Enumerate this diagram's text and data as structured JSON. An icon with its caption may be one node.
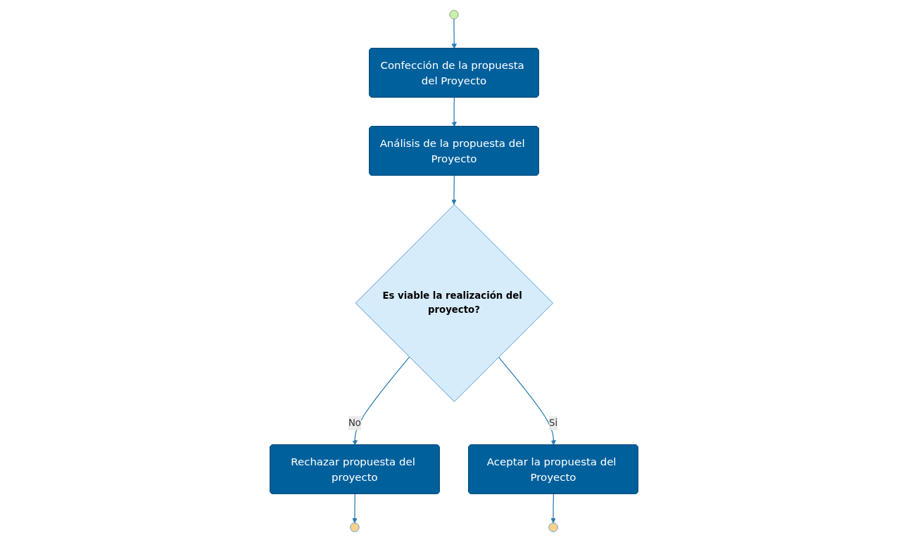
{
  "diagram": {
    "nodes": [
      {
        "text": [],
        "shape": "circle"
      },
      {
        "text": [
          "Confección de la propuesta del Proyecto"
        ]
      },
      {
        "text": [
          "Análisis de la propuesta del Proyecto"
        ]
      },
      {
        "text": [
          "Es viable la realización del proyecto?"
        ]
      },
      {
        "text": [
          "Rechazar propuesta del proyecto"
        ]
      },
      {
        "text": [
          "Aceptar la propuesta del Proyecto"
        ]
      },
      {
        "text": [],
        "shape": "circle"
      },
      {
        "text": [],
        "shape": "circle"
      }
    ],
    "edges": [
      {
        "from": 0,
        "to": 1,
        "arrow": "to"
      },
      {
        "from": 1,
        "to": 2,
        "arrow": "to"
      },
      {
        "from": 2,
        "to": 3,
        "arrow": "to"
      },
      {
        "from": 3,
        "to": 4,
        "label": "No",
        "arrow": "to"
      },
      {
        "from": 3,
        "to": 5,
        "label": "Si",
        "arrow": "to"
      },
      {
        "from": 4,
        "to": 6,
        "arrow": "to"
      },
      {
        "from": 5,
        "to": 7,
        "arrow": "to"
      }
    ]
  }
}
